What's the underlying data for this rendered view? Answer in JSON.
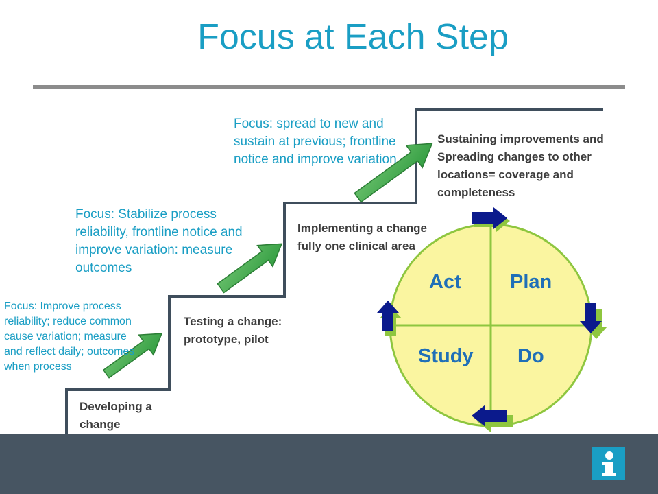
{
  "title": "Focus at Each Step",
  "colors": {
    "accent": "#1a9ec4",
    "footer": "#475562",
    "circle_fill": "#faf5a0",
    "circle_stroke": "#8ec63f",
    "arrow_green": "#3fa84a",
    "arrow_navy": "#0b1a8c",
    "quad_text": "#1f6fb8"
  },
  "steps": [
    {
      "stage": "Developing a change",
      "focus": "Focus: Improve process reliability; reduce common cause variation; measure and reflect daily; outcomes when process"
    },
    {
      "stage": "Testing a change: prototype, pilot",
      "focus": "Focus: Stabilize process reliability, frontline notice and improve variation: measure outcomes"
    },
    {
      "stage": "Implementing a change fully one clinical area",
      "focus": "Focus: spread to new and sustain at previous; frontline notice and improve variation"
    },
    {
      "stage": "Sustaining  improvements and Spreading changes to other locations= coverage and completeness",
      "focus": ""
    }
  ],
  "pdsa": {
    "act": "Act",
    "plan": "Plan",
    "study": "Study",
    "do": "Do"
  },
  "icons": {
    "logo": "info-icon",
    "step_arrow": "green-arrow-icon",
    "cycle_arrow": "navy-arrow-icon"
  }
}
